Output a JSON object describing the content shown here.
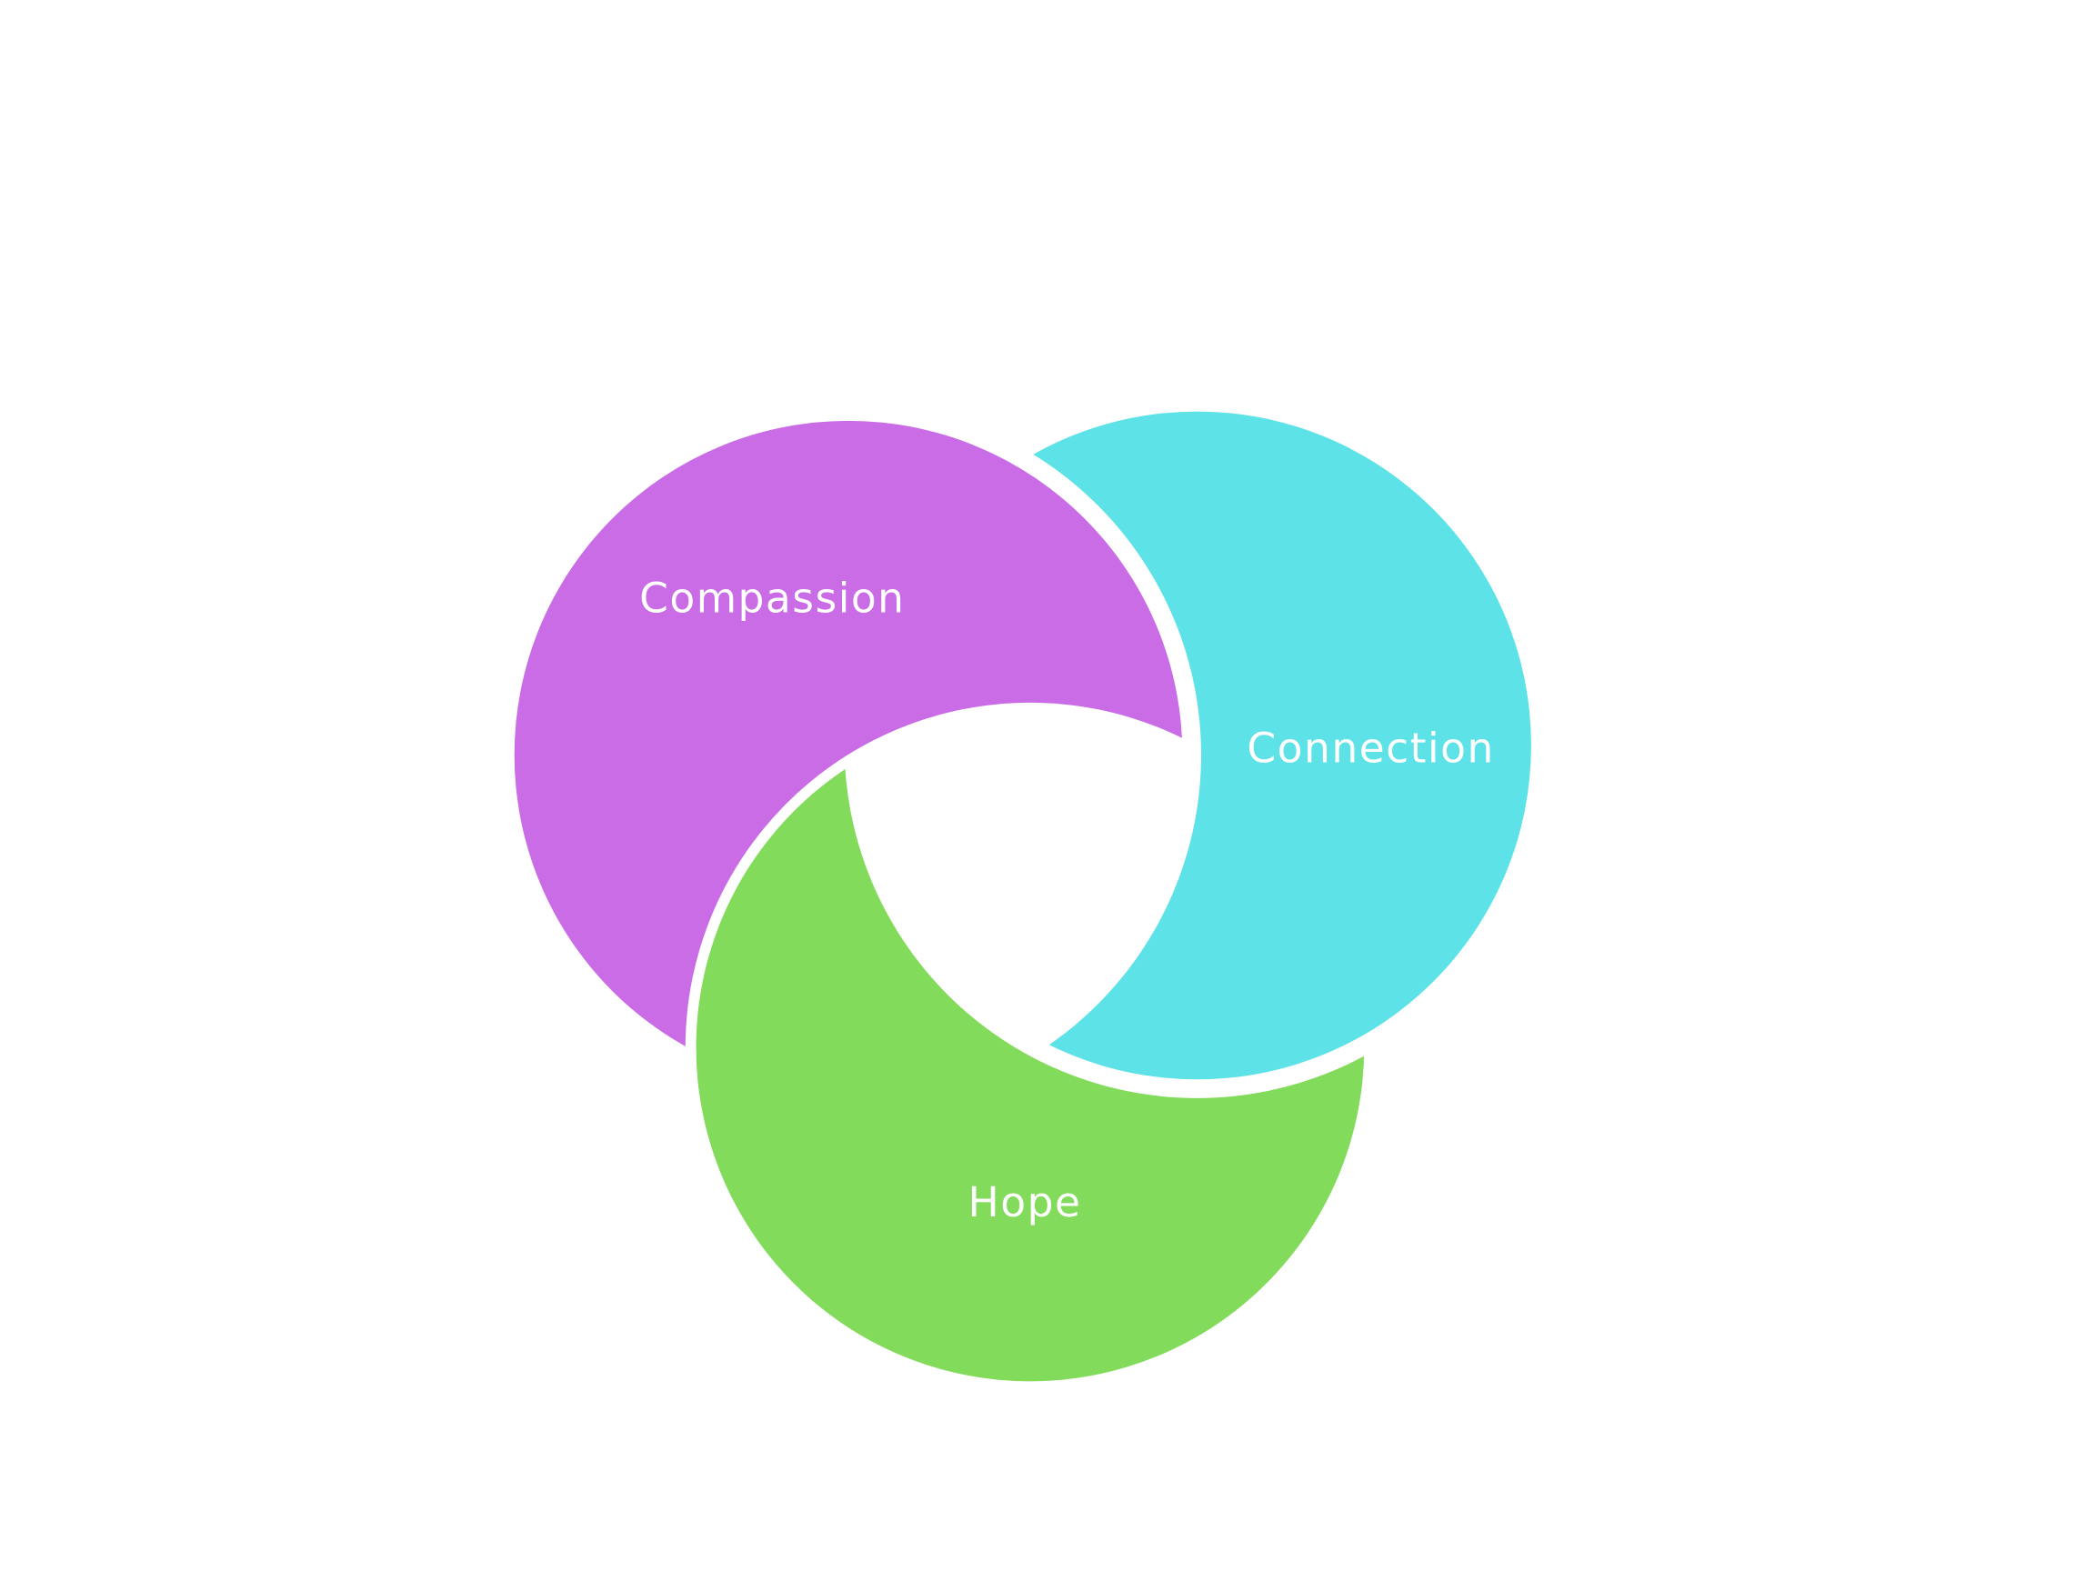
{
  "diagram": {
    "type": "interlocking-circles",
    "items": [
      {
        "label": "Compassion",
        "color": "#C96CE6"
      },
      {
        "label": "Connection",
        "color": "#5DE2E7"
      },
      {
        "label": "Hope",
        "color": "#82DB5A"
      }
    ]
  }
}
